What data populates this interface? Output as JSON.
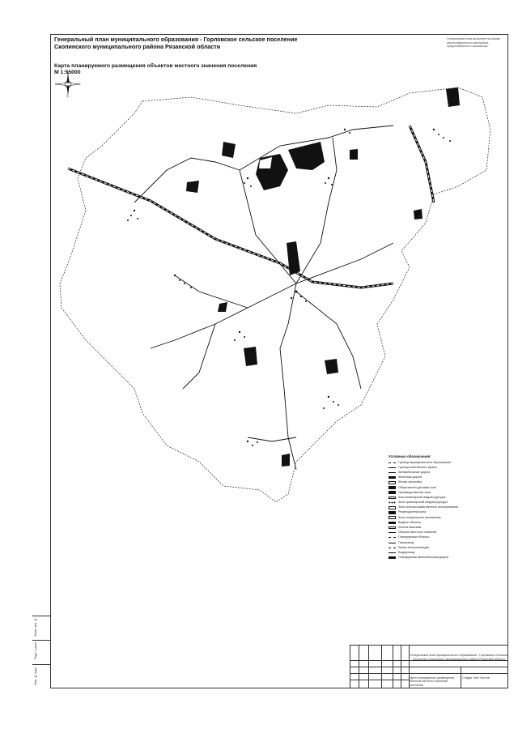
{
  "header": {
    "title_line1": "Генеральный план муниципального образования - Горловское сельское поселение",
    "title_line2": "Скопинского муниципального района Рязанской области",
    "map_title": "Карта планируемого размещения объектов местного значения поселения",
    "scale": "М 1:55000"
  },
  "top_right_note": "Генеральный план выполнен на основе картографического материала, предоставленного заказчиком",
  "compass": {
    "n": "N",
    "s": "S",
    "e": "E",
    "w": "W"
  },
  "legend": {
    "title": "Условные обозначения:",
    "items": [
      {
        "label": "Граница муниципального образования",
        "swatch": "dash"
      },
      {
        "label": "Граница населённого пункта",
        "swatch": "line"
      },
      {
        "label": "Автомобильные дороги",
        "swatch": "line"
      },
      {
        "label": "Железная дорога",
        "swatch": "thick"
      },
      {
        "label": "Жилая застройка",
        "swatch": "box"
      },
      {
        "label": "Общественно-деловая зона",
        "swatch": "solid"
      },
      {
        "label": "Производственная зона",
        "swatch": "solid"
      },
      {
        "label": "Зона инженерной инфраструктуры",
        "swatch": "box"
      },
      {
        "label": "Зона транспортной инфраструктуры",
        "swatch": "dot"
      },
      {
        "label": "Зона сельскохозяйственного использования",
        "swatch": "box"
      },
      {
        "label": "Рекреационная зона",
        "swatch": "solid"
      },
      {
        "label": "Зона специального назначения",
        "swatch": "box"
      },
      {
        "label": "Водные объекты",
        "swatch": "solid"
      },
      {
        "label": "Лесные массивы",
        "swatch": "box"
      },
      {
        "label": "Объекты местного значения",
        "swatch": "line"
      },
      {
        "label": "Планируемые объекты",
        "swatch": "dash"
      },
      {
        "label": "Газопровод",
        "swatch": "line"
      },
      {
        "label": "Линии электропередач",
        "swatch": "dash"
      },
      {
        "label": "Водопровод",
        "swatch": "line"
      },
      {
        "label": "Планируемая автомобильная дорога",
        "swatch": "thick"
      }
    ]
  },
  "sidebar": {
    "cells": [
      "Взам. инв. №",
      "Подп. и дата",
      "Инв. № подл."
    ]
  },
  "stamp": {
    "project": "Генеральный план муниципального образования - Горловское сельское поселение Скопинского муниципального района Рязанской области",
    "sheet_name": "Карта планируемого размещения объектов местного значения поселения",
    "org": "Стадия   Лист   Листов"
  }
}
